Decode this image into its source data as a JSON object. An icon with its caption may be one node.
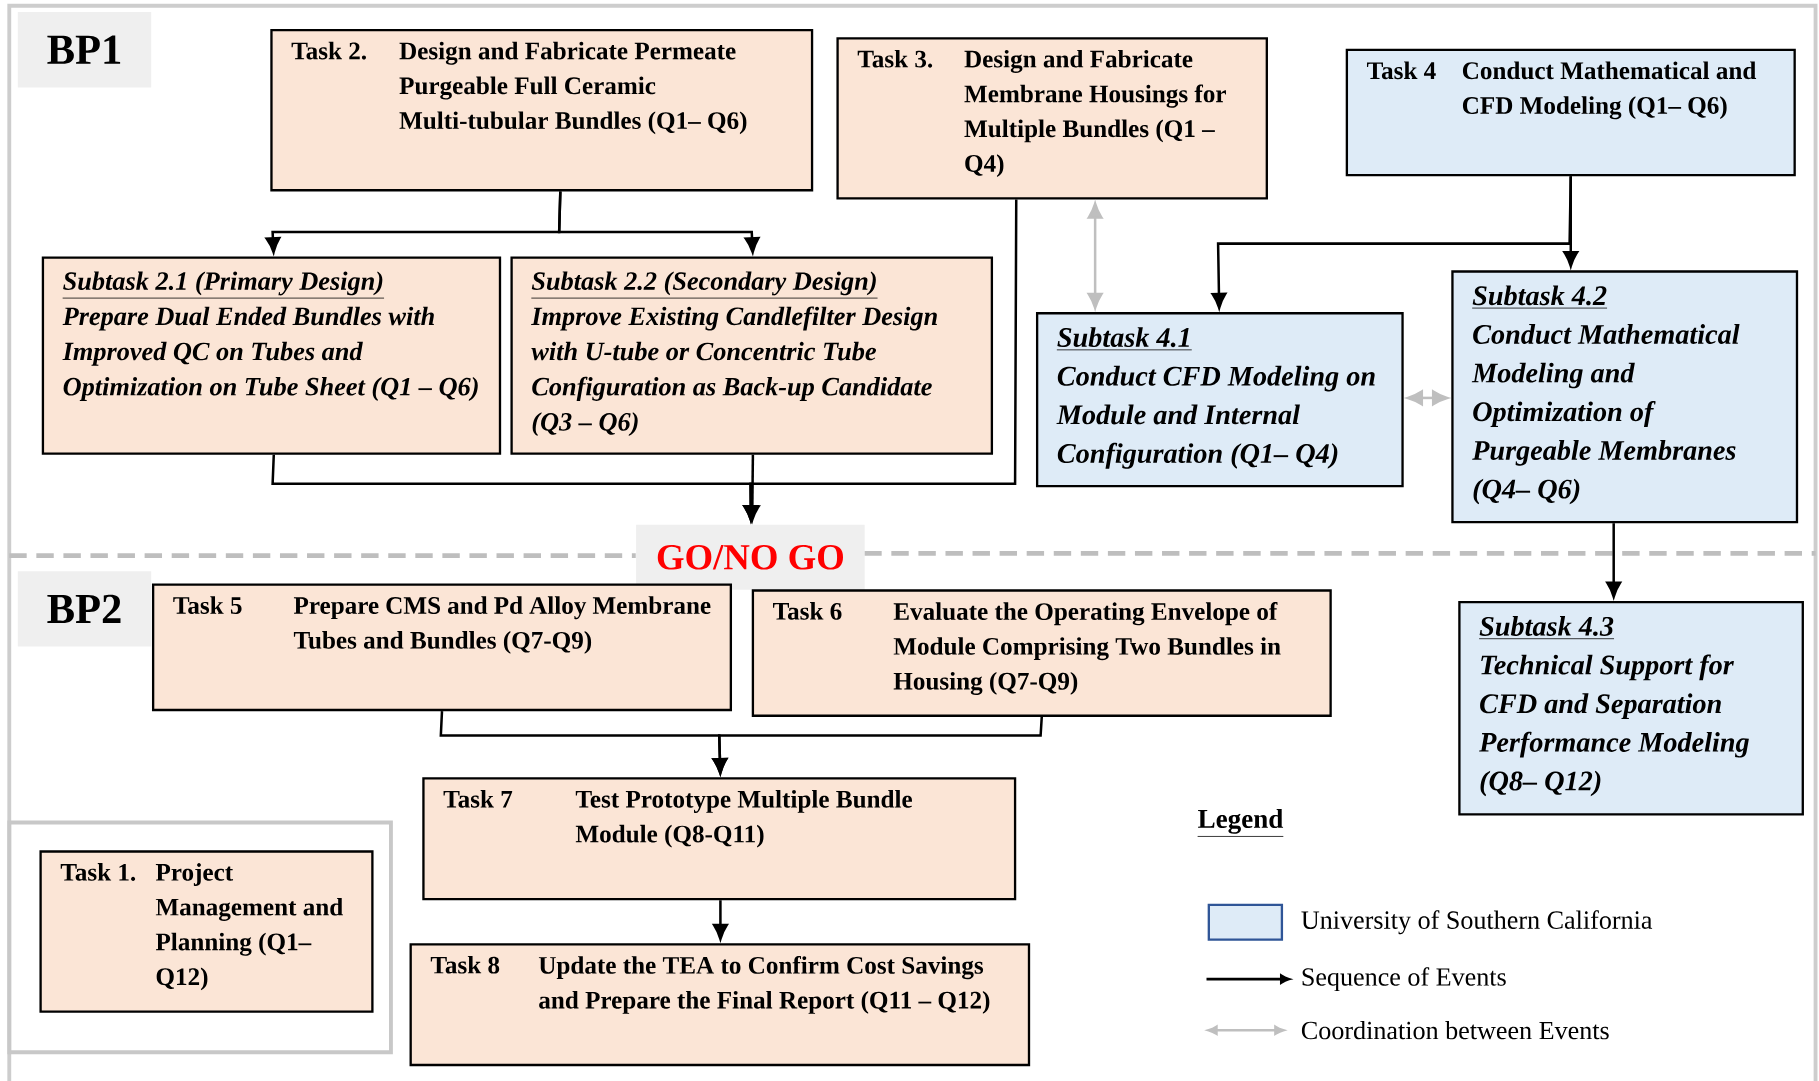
{
  "diagram": {
    "nodes": [
      {
        "text": [
          "BP1"
        ]
      },
      {
        "text": [
          "Task 2.",
          "Design and Fabricate Permeate Purgeable Full Ceramic Multi-tubular Bundles (Q1– Q6)"
        ]
      },
      {
        "text": [
          "Task 3.",
          "Design and Fabricate Membrane Housings for Multiple Bundles (Q1 – Q4)"
        ]
      },
      {
        "text": [
          "Task 4",
          "Conduct Mathematical and CFD Modeling (Q1– Q6)"
        ]
      },
      {
        "text": [
          "Subtask 2.1 (Primary Design)",
          "Prepare Dual Ended Bundles with Improved QC on Tubes and Optimization on Tube Sheet (Q1 – Q6)"
        ]
      },
      {
        "text": [
          "Subtask 2.2 (Secondary Design)",
          "Improve Existing Candlefilter Design with U-tube or Concentric Tube Configuration as Back-up Candidate (Q3 – Q6)"
        ]
      },
      {
        "text": [
          "Subtask 4.1",
          "Conduct CFD Modeling on Module and Internal Configuration (Q1– Q4)"
        ]
      },
      {
        "text": [
          "Subtask 4.2",
          "Conduct Mathematical Modeling and Optimization of Purgeable Membranes (Q4– Q6)"
        ]
      },
      {
        "text": [
          "GO/NO GO"
        ]
      },
      {
        "text": [
          "BP2"
        ]
      },
      {
        "text": [
          "Task 5",
          "Prepare CMS and Pd Alloy Membrane Tubes and Bundles (Q7-Q9)"
        ]
      },
      {
        "text": [
          "Task 6",
          "Evaluate the Operating Envelope of Module Comprising Two Bundles in Housing (Q7-Q9)"
        ]
      },
      {
        "text": [
          "Subtask 4.3",
          "Technical Support for CFD and Separation Performance Modeling (Q8– Q12)"
        ]
      },
      {
        "text": [
          "Task 7",
          "Test Prototype Multiple Bundle Module (Q8-Q11)"
        ]
      },
      {
        "text": [
          "Task 1.",
          "Project Management and Planning (Q1– Q12)"
        ]
      },
      {
        "text": [
          "Task 8",
          "Update the TEA to Confirm Cost Savings and Prepare the Final Report (Q11 – Q12)"
        ]
      }
    ],
    "edges": [
      {
        "from": 1,
        "to": 4,
        "arrow": "to"
      },
      {
        "from": 1,
        "to": 5,
        "arrow": "to"
      },
      {
        "from": 4,
        "to": 8,
        "arrow": "to"
      },
      {
        "from": 5,
        "to": 8,
        "arrow": "to"
      },
      {
        "from": 2,
        "to": 8,
        "arrow": "to"
      },
      {
        "from": 2,
        "to": 6,
        "arrow": "both",
        "color": "#bfbfbf"
      },
      {
        "from": 3,
        "to": 6,
        "arrow": "to"
      },
      {
        "from": 3,
        "to": 7,
        "arrow": "to"
      },
      {
        "from": 6,
        "to": 7,
        "arrow": "both",
        "color": "#bfbfbf"
      },
      {
        "from": 7,
        "to": 12,
        "arrow": "to"
      },
      {
        "from": 10,
        "to": 13,
        "arrow": "to"
      },
      {
        "from": 11,
        "to": 13,
        "arrow": "to"
      },
      {
        "from": 13,
        "to": 15,
        "arrow": "to"
      }
    ],
    "labels": [
      "Legend"
    ],
    "legend": [
      {
        "text": "University of Southern California",
        "color": "#deebf7"
      },
      {
        "text": "Sequence of Events"
      },
      {
        "text": "Coordination between Events"
      }
    ]
  }
}
